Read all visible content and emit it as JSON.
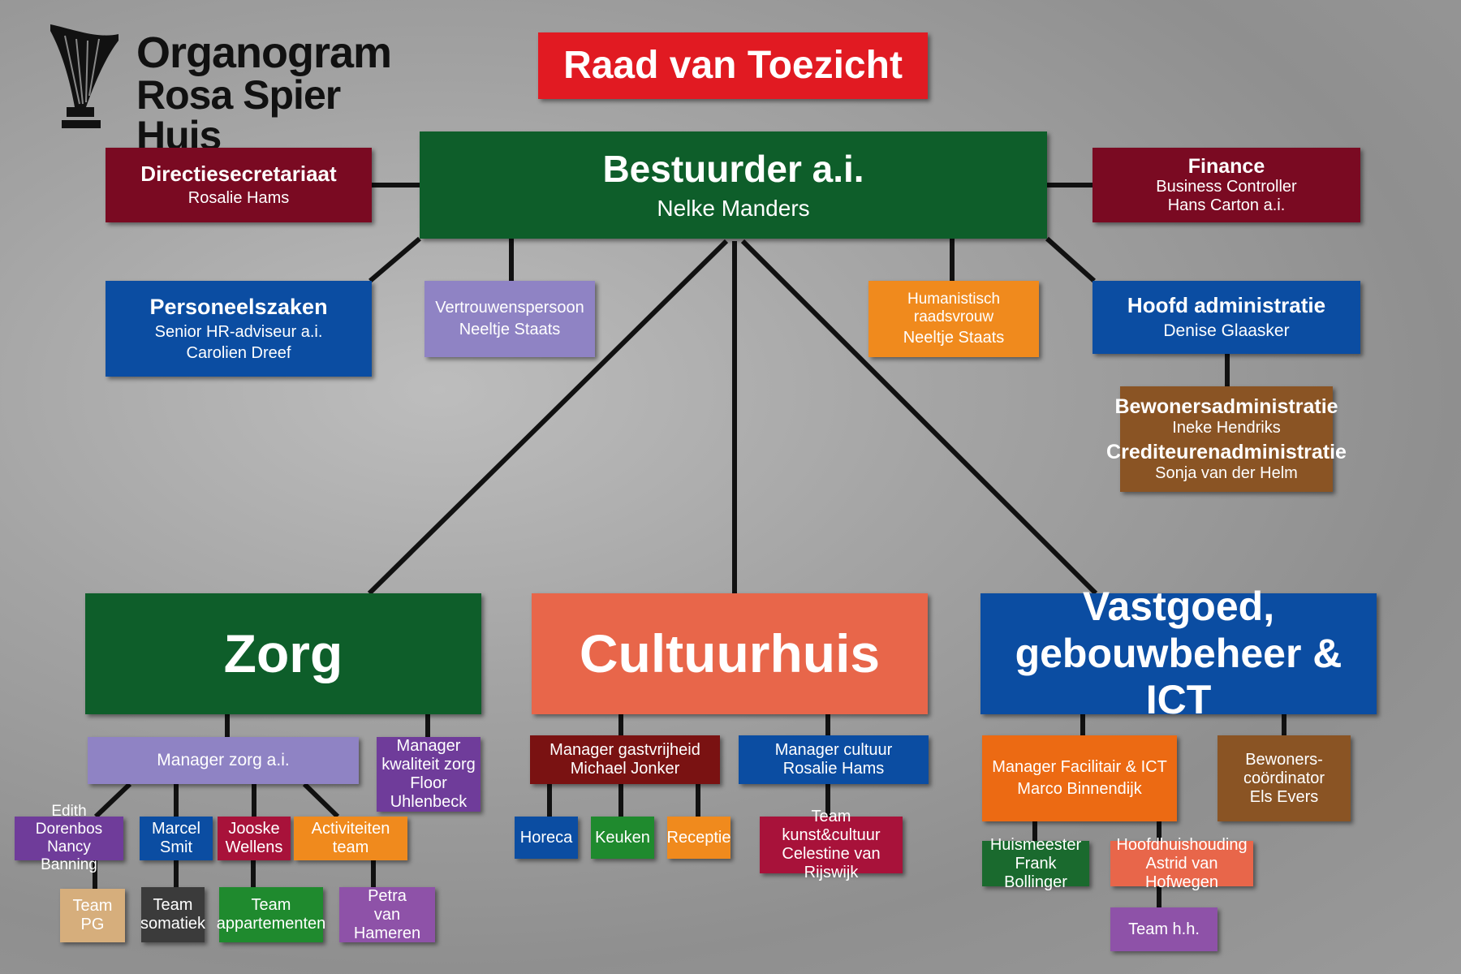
{
  "logo": {
    "title_line1": "Organogram",
    "title_line2": "Rosa Spier Huis",
    "icon": "harp-icon"
  },
  "colors": {
    "red": "#e11a22",
    "darkgreen": "#0e5e2a",
    "burgundy": "#7a0a22",
    "blue": "#0b4da2",
    "lavender": "#8f83c4",
    "orange": "#f08a1d",
    "brown": "#8a5424",
    "salmon": "#e8664a",
    "purple": "#6f3c9a",
    "maroon": "#7a1212",
    "crimson": "#a8123a",
    "tan": "#d6ae7c",
    "darkgray": "#3b3b3b",
    "green": "#1f8a2e",
    "violet": "#8e52a8"
  },
  "nodes": {
    "raad": {
      "title": "Raad van Toezicht"
    },
    "bestuurder": {
      "title": "Bestuurder a.i.",
      "name": "Nelke Manders"
    },
    "directiesecretariaat": {
      "title": "Directiesecretariaat",
      "name": "Rosalie Hams"
    },
    "finance": {
      "title": "Finance",
      "role": "Business Controller",
      "name": "Hans Carton a.i."
    },
    "personeelszaken": {
      "title": "Personeelszaken",
      "role": "Senior HR-adviseur a.i.",
      "name": "Carolien Dreef"
    },
    "vertrouwenspersoon": {
      "title": "Vertrouwenspersoon",
      "name": "Neeltje Staats"
    },
    "humanistisch": {
      "title": "Humanistisch raadsvrouw",
      "name": "Neeltje Staats"
    },
    "hoofd_admin": {
      "title": "Hoofd administratie",
      "name": "Denise Glaasker"
    },
    "bewonersadmin": {
      "title1": "Bewonersadministratie",
      "name1": "Ineke Hendriks",
      "title2": "Crediteurenadministratie",
      "name2": "Sonja van der Helm"
    },
    "zorg": {
      "title": "Zorg"
    },
    "cultuurhuis": {
      "title": "Cultuurhuis"
    },
    "vastgoed": {
      "line1": "Vastgoed,",
      "line2": "gebouwbeheer & ICT"
    },
    "manager_zorg": {
      "title": "Manager zorg a.i."
    },
    "manager_kwaliteit": {
      "line1": "Manager",
      "line2": "kwaliteit zorg",
      "line3": "Floor Uhlenbeck"
    },
    "edith": {
      "line1": "Edith Dorenbos",
      "line2": "Nancy Banning"
    },
    "marcel": {
      "line1": "Marcel",
      "line2": "Smit"
    },
    "jooske": {
      "line1": "Jooske",
      "line2": "Wellens"
    },
    "activiteiten": {
      "title": "Activiteiten team"
    },
    "team_pg": {
      "title": "Team PG"
    },
    "team_somatiek": {
      "line1": "Team",
      "line2": "somatiek"
    },
    "team_appartementen": {
      "line1": "Team",
      "line2": "appartementen"
    },
    "petra": {
      "line1": "Petra",
      "line2": "van Hameren"
    },
    "manager_gastvrijheid": {
      "title": "Manager gastvrijheid",
      "name": "Michael Jonker"
    },
    "manager_cultuur": {
      "title": "Manager cultuur",
      "name": "Rosalie Hams"
    },
    "horeca": {
      "title": "Horeca"
    },
    "keuken": {
      "title": "Keuken"
    },
    "receptie": {
      "title": "Receptie"
    },
    "team_kunst": {
      "title": "Team kunst&cultuur",
      "name": "Celestine van Rijswijk"
    },
    "manager_facilitair": {
      "title": "Manager Facilitair & ICT",
      "name": "Marco Binnendijk"
    },
    "bewonerscoordinator": {
      "line1": "Bewoners-",
      "line2": "coördinator",
      "line3": "Els Evers"
    },
    "huismeester": {
      "title": "Huismeester",
      "name": "Frank Bollinger"
    },
    "hoofdhuishouding": {
      "title": "Hoofdhuishouding",
      "name": "Astrid van Hofwegen"
    },
    "team_hh": {
      "title": "Team h.h."
    }
  }
}
